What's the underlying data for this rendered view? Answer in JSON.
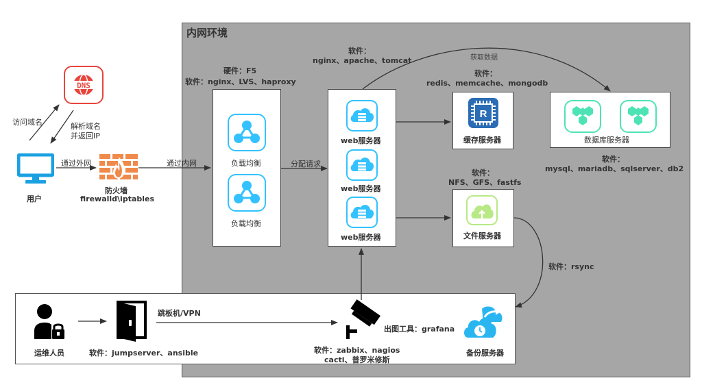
{
  "intranet": {
    "title": "内网环境"
  },
  "user": {
    "label": "用户"
  },
  "dns": {
    "glyph": "DNS",
    "visit_label": "访问域名",
    "resolve_label_1": "解析域名",
    "resolve_label_2": "并返回IP"
  },
  "firewall": {
    "label_1": "防火墙",
    "label_2": "firewalld\\iptables"
  },
  "edges": {
    "user_to_firewall": "通过外网",
    "firewall_to_lb": "通过内网",
    "lb_to_web": "分配请求",
    "web_to_db": "获取数据",
    "rsync": "软件：rsync",
    "jump_to_monitor": "跳板机/VPN",
    "grafana": "出图工具：grafana"
  },
  "load_balancer": {
    "caption_1": "硬件：F5",
    "caption_2": "软件：nginx、LVS、haproxy",
    "nodes": [
      "负载均衡",
      "负载均衡"
    ]
  },
  "web": {
    "caption_1": "软件：",
    "caption_2": "nginx、apache、tomcat",
    "nodes": [
      "web服务器",
      "web服务器",
      "web服务器"
    ]
  },
  "cache": {
    "caption_1": "软件：",
    "caption_2": "redis、memcache、mongodb",
    "label": "缓存服务器",
    "glyph": "R"
  },
  "database": {
    "label": "数据库服务器",
    "caption_1": "软件：",
    "caption_2": "mysql、mariadb、sqlserver、db2"
  },
  "file_server": {
    "caption_1": "软件：",
    "caption_2": "NFS、GFS、fastfs",
    "label": "文件服务器"
  },
  "ops": {
    "person_label": "运维人员",
    "jump_label": "软件：jumpserver、ansible",
    "monitor_label_1": "软件：zabbix、nagios",
    "monitor_label_2": "cacti、普罗米修斯",
    "backup_label": "备份服务器"
  },
  "colors": {
    "intranet_bg": "#a6a6a6",
    "dns_red": "#e8453c",
    "firewall_orange": "#f08a4b",
    "user_blue": "#1ba1e2",
    "lb_blue": "#33c2ff",
    "cache_blue": "#2b6cb5",
    "db_green": "#4de3b5",
    "file_green": "#b8e986",
    "backup_blue": "#29b6f0"
  }
}
